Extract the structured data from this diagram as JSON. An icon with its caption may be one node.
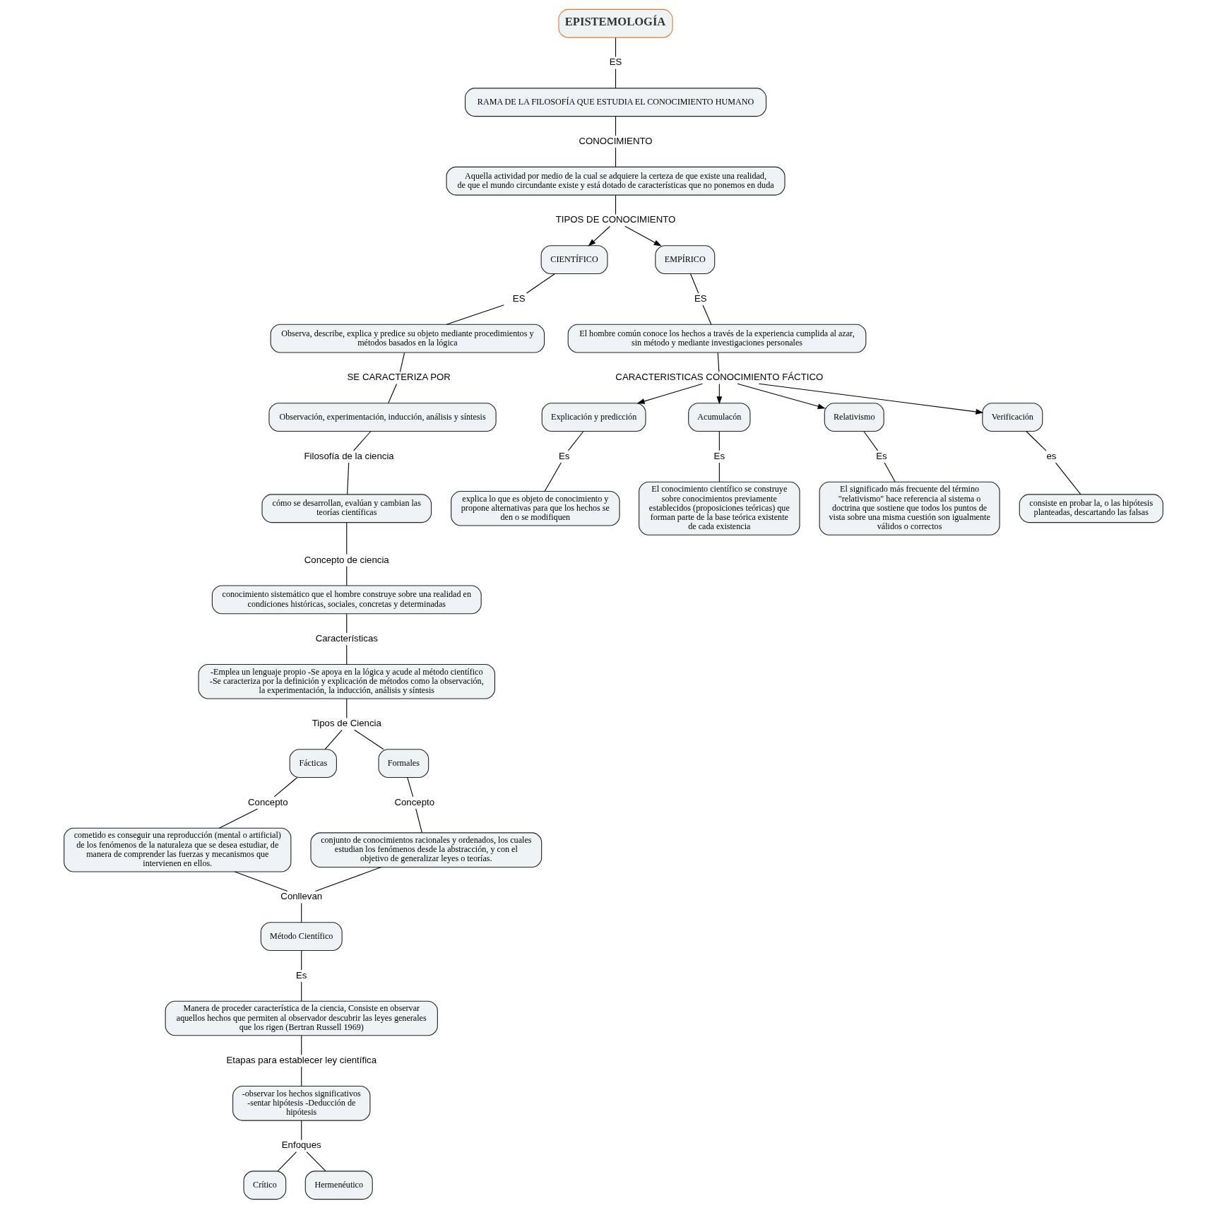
{
  "diagram": {
    "nodes": [
      {
        "text": [
          "EPISTEMOLOGÍA"
        ]
      },
      {
        "text": [
          "ES"
        ]
      },
      {
        "text": [
          "RAMA DE LA FILOSOFÍA QUE ESTUDIA EL CONOCIMIENTO HUMANO"
        ]
      },
      {
        "text": [
          "CONOCIMIENTO"
        ]
      },
      {
        "text": [
          "Aquella actividad por medio de la cual se adquiere la certeza de que existe una realidad, de que el mundo circundante existe y está dotado de características que no ponemos en duda"
        ]
      },
      {
        "text": [
          "TIPOS DE CONOCIMIENTO"
        ]
      },
      {
        "text": [
          "CIENTÍFICO"
        ]
      },
      {
        "text": [
          "EMPÍRICO"
        ]
      },
      {
        "text": [
          "ES"
        ]
      },
      {
        "text": [
          "ES"
        ]
      },
      {
        "text": [
          "Observa, describe, explica y predice su objeto mediante procedimientos y métodos basados en la lógica"
        ]
      },
      {
        "text": [
          "El hombre común conoce los hechos a través de la experiencia cumplida al azar, sin método y mediante investigaciones personales"
        ]
      },
      {
        "text": [
          "SE CARACTERIZA POR"
        ]
      },
      {
        "text": [
          "CARACTERISTICAS CONOCIMIENTO FÁCTICO"
        ]
      },
      {
        "text": [
          "Observación, experimentación, inducción, análisis y síntesis"
        ]
      },
      {
        "text": [
          "Explicación y predicción"
        ]
      },
      {
        "text": [
          "Acumulacón"
        ]
      },
      {
        "text": [
          "Relativismo"
        ]
      },
      {
        "text": [
          "Verificación"
        ]
      },
      {
        "text": [
          "Filosofía de la ciencia"
        ]
      },
      {
        "text": [
          "Es"
        ]
      },
      {
        "text": [
          "Es"
        ]
      },
      {
        "text": [
          "Es"
        ]
      },
      {
        "text": [
          "es"
        ]
      },
      {
        "text": [
          "cómo se desarrollan, evalúan y cambian las teorías científicas"
        ]
      },
      {
        "text": [
          "explica lo que es objeto de conocimiento y propone alternativas para que los hechos se den o se modifiquen"
        ]
      },
      {
        "text": [
          "El conocimiento científico se construye sobre conocimientos previamente establecidos (proposiciones teóricas) que forman parte de la base teórica existente de cada existencia"
        ]
      },
      {
        "text": [
          "El significado más frecuente del término \"relativismo\" hace referencia al sistema o doctrina que sostiene que todos los puntos de vista sobre una misma cuestión son igualmente válidos o correctos"
        ]
      },
      {
        "text": [
          "consiste en probar la, o las hipótesis planteadas, descartando las falsas"
        ]
      },
      {
        "text": [
          "Concepto de ciencia"
        ]
      },
      {
        "text": [
          "conocimiento sistemático que el hombre construye sobre una realidad en condiciones históricas, sociales, concretas y determinadas"
        ]
      },
      {
        "text": [
          "Características"
        ]
      },
      {
        "text": [
          "-Emplea un lenguaje propio -Se apoya en la lógica y acude al método científico -Se caracteriza por la definición y explicación de métodos como la observación, la experimentación, la inducción, análisis y síntesis"
        ]
      },
      {
        "text": [
          "Tipos de Ciencia"
        ]
      },
      {
        "text": [
          "Fácticas"
        ]
      },
      {
        "text": [
          "Formales"
        ]
      },
      {
        "text": [
          "Concepto"
        ]
      },
      {
        "text": [
          "Concepto"
        ]
      },
      {
        "text": [
          "cometido es conseguir una reproducción (mental o artificial) de los fenómenos de la naturaleza que se desea estudiar, de manera de comprender las fuerzas y mecanismos que intervienen en ellos."
        ]
      },
      {
        "text": [
          "conjunto de conocimientos racionales y ordenados, los cuales estudian los fenómenos desde la abstracción, y con el objetivo de generalizar leyes o teorías."
        ]
      },
      {
        "text": [
          "Conllevan"
        ]
      },
      {
        "text": [
          "Método Científico"
        ]
      },
      {
        "text": [
          "Es"
        ]
      },
      {
        "text": [
          "Manera de proceder característica de la ciencia, Consiste en observar aquellos hechos que permiten al observador descubrir las leyes generales que los rigen (Bertran Russell 1969)"
        ]
      },
      {
        "text": [
          "Etapas para establecer ley científica"
        ]
      },
      {
        "text": [
          "-observar los hechos significativos -sentar hipótesis -Deducción de hipótesis"
        ]
      },
      {
        "text": [
          "Enfoques"
        ]
      },
      {
        "text": [
          "Crítico"
        ]
      },
      {
        "text": [
          "Hermenéutico"
        ]
      }
    ],
    "edges": [
      {
        "from": 0,
        "to": 1,
        "arrow": "none"
      },
      {
        "from": 1,
        "to": 2,
        "arrow": "none"
      },
      {
        "from": 2,
        "to": 3,
        "arrow": "none"
      },
      {
        "from": 3,
        "to": 4,
        "arrow": "none"
      },
      {
        "from": 4,
        "to": 5,
        "arrow": "none"
      },
      {
        "from": 5,
        "to": 6,
        "arrow": "to"
      },
      {
        "from": 5,
        "to": 7,
        "arrow": "to"
      },
      {
        "from": 6,
        "to": 8,
        "arrow": "none"
      },
      {
        "from": 7,
        "to": 9,
        "arrow": "none"
      },
      {
        "from": 8,
        "to": 10,
        "arrow": "none"
      },
      {
        "from": 9,
        "to": 11,
        "arrow": "none"
      },
      {
        "from": 10,
        "to": 12,
        "arrow": "none"
      },
      {
        "from": 11,
        "to": 13,
        "arrow": "none"
      },
      {
        "from": 12,
        "to": 14,
        "arrow": "none"
      },
      {
        "from": 13,
        "to": 15,
        "arrow": "to"
      },
      {
        "from": 13,
        "to": 16,
        "arrow": "to"
      },
      {
        "from": 13,
        "to": 17,
        "arrow": "to"
      },
      {
        "from": 13,
        "to": 18,
        "arrow": "to"
      },
      {
        "from": 14,
        "to": 19,
        "arrow": "none"
      },
      {
        "from": 15,
        "to": 20,
        "arrow": "none"
      },
      {
        "from": 16,
        "to": 21,
        "arrow": "none"
      },
      {
        "from": 17,
        "to": 22,
        "arrow": "none"
      },
      {
        "from": 18,
        "to": 23,
        "arrow": "none"
      },
      {
        "from": 19,
        "to": 24,
        "arrow": "none"
      },
      {
        "from": 20,
        "to": 25,
        "arrow": "none"
      },
      {
        "from": 21,
        "to": 26,
        "arrow": "none"
      },
      {
        "from": 22,
        "to": 27,
        "arrow": "none"
      },
      {
        "from": 23,
        "to": 28,
        "arrow": "none"
      },
      {
        "from": 24,
        "to": 29,
        "arrow": "none"
      },
      {
        "from": 29,
        "to": 30,
        "arrow": "none"
      },
      {
        "from": 30,
        "to": 31,
        "arrow": "none"
      },
      {
        "from": 31,
        "to": 32,
        "arrow": "none"
      },
      {
        "from": 32,
        "to": 33,
        "arrow": "none"
      },
      {
        "from": 33,
        "to": 34,
        "arrow": "none"
      },
      {
        "from": 33,
        "to": 35,
        "arrow": "none"
      },
      {
        "from": 34,
        "to": 36,
        "arrow": "none"
      },
      {
        "from": 35,
        "to": 37,
        "arrow": "none"
      },
      {
        "from": 36,
        "to": 38,
        "arrow": "none"
      },
      {
        "from": 37,
        "to": 39,
        "arrow": "none"
      },
      {
        "from": 38,
        "to": 40,
        "arrow": "none"
      },
      {
        "from": 39,
        "to": 40,
        "arrow": "none"
      },
      {
        "from": 40,
        "to": 41,
        "arrow": "none"
      },
      {
        "from": 41,
        "to": 42,
        "arrow": "none"
      },
      {
        "from": 42,
        "to": 43,
        "arrow": "none"
      },
      {
        "from": 43,
        "to": 44,
        "arrow": "none"
      },
      {
        "from": 44,
        "to": 45,
        "arrow": "none"
      },
      {
        "from": 45,
        "to": 46,
        "arrow": "none"
      },
      {
        "from": 46,
        "to": 47,
        "arrow": "none"
      },
      {
        "from": 46,
        "to": 48,
        "arrow": "none"
      }
    ]
  }
}
